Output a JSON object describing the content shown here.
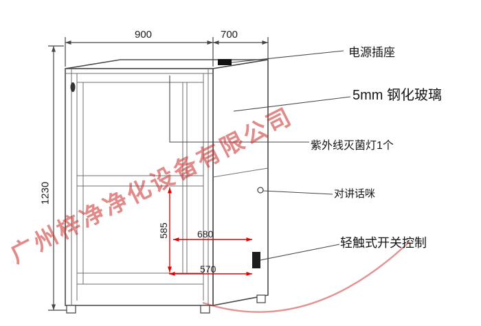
{
  "drawing_title": "pass-box-technical-drawing",
  "dimensions": {
    "top_width": "900",
    "top_depth": "700",
    "height": "1230",
    "inner_height": "585",
    "inner_width": "680",
    "inner_bottom_width": "570"
  },
  "annotations": {
    "power_socket": "电源插座",
    "tempered_glass": "5mm 钢化玻璃",
    "uv_lamp": "紫外线灭菌灯1个",
    "intercom_mic": "对讲话咪",
    "touch_switch": "轻触式开关控制"
  },
  "watermark": "广州梓净净化设备有限公司",
  "colors": {
    "line": "#4a4a4a",
    "dimension_red": "#e60000",
    "watermark_red": "#c62a28"
  }
}
